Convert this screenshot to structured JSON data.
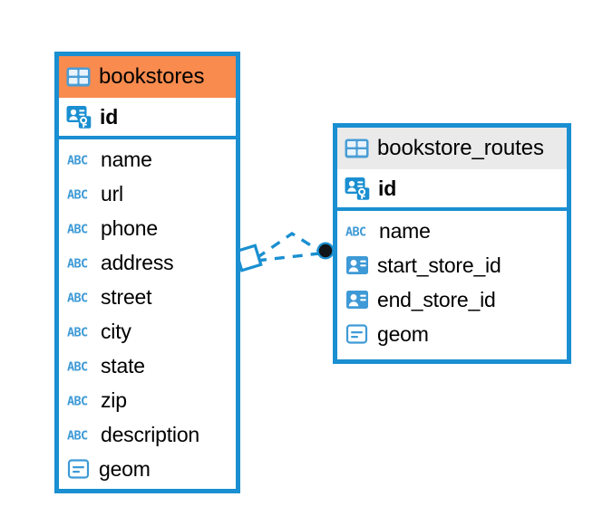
{
  "diagram": {
    "type": "entity-relationship-diagram",
    "background_color": "#ffffff",
    "accent_color": "#1a8fd1",
    "highlight_color": "#f98b4e",
    "neutral_header_color": "#eaeaea"
  },
  "entities": [
    {
      "id": "bookstores",
      "title": "bookstores",
      "header_style": "accent",
      "header_icon": "table-icon",
      "primary_key": {
        "name": "id",
        "icon": "primary-key-icon"
      },
      "fields": [
        {
          "name": "name",
          "icon": "text-abc-icon"
        },
        {
          "name": "url",
          "icon": "text-abc-icon"
        },
        {
          "name": "phone",
          "icon": "text-abc-icon"
        },
        {
          "name": "address",
          "icon": "text-abc-icon"
        },
        {
          "name": "street",
          "icon": "text-abc-icon"
        },
        {
          "name": "city",
          "icon": "text-abc-icon"
        },
        {
          "name": "state",
          "icon": "text-abc-icon"
        },
        {
          "name": "zip",
          "icon": "text-abc-icon"
        },
        {
          "name": "description",
          "icon": "text-abc-icon"
        },
        {
          "name": "geom",
          "icon": "geometry-icon"
        }
      ]
    },
    {
      "id": "bookstore_routes",
      "title": "bookstore_routes",
      "header_style": "neutral",
      "header_icon": "table-icon",
      "primary_key": {
        "name": "id",
        "icon": "primary-key-icon"
      },
      "fields": [
        {
          "name": "name",
          "icon": "text-abc-icon"
        },
        {
          "name": "start_store_id",
          "icon": "foreign-key-icon"
        },
        {
          "name": "end_store_id",
          "icon": "foreign-key-icon"
        },
        {
          "name": "geom",
          "icon": "geometry-icon"
        }
      ]
    }
  ],
  "relationship": {
    "name": "bookstores-to-bookstore_routes",
    "line_style": "dashed",
    "line_color": "#1a8fd1",
    "source_endpoint": "diamond-outline-marker",
    "target_endpoint": "filled-circle-marker"
  }
}
